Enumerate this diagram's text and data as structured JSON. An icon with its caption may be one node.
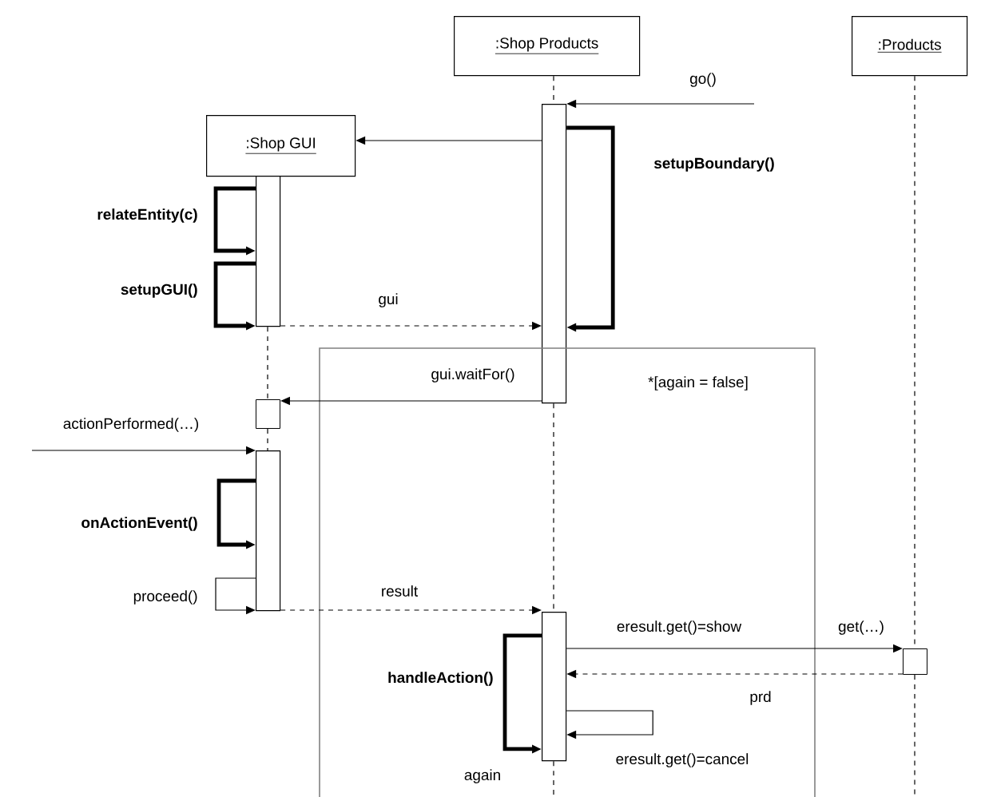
{
  "diagram": {
    "nodes": [
      {
        "text": [
          ":Shop Products"
        ]
      },
      {
        "text": [
          ":Products"
        ]
      },
      {
        "text": [
          ":Shop GUI"
        ]
      },
      {
        "text": [],
        "shape": "bar"
      },
      {
        "text": [],
        "shape": "bar"
      },
      {
        "text": [],
        "shape": "box"
      },
      {
        "text": [],
        "shape": "bar"
      },
      {
        "text": [
          "*[again = false]"
        ]
      },
      {
        "text": [],
        "shape": "bar",
        "in": 7
      },
      {
        "text": [],
        "shape": "box"
      }
    ],
    "edges": [
      {
        "from": null,
        "to": 3,
        "arrow": "to",
        "label": "go()"
      },
      {
        "from": 3,
        "to": 2,
        "arrow": "to"
      },
      {
        "from": 4,
        "to": 4,
        "arrow": "to",
        "label": "relateEntity(c)",
        "style": "thick"
      },
      {
        "from": 4,
        "to": 4,
        "arrow": "to",
        "label": "setupGUI()",
        "style": "thick"
      },
      {
        "from": 4,
        "to": 3,
        "arrow": "to",
        "label": "gui",
        "style": "dashed"
      },
      {
        "from": 3,
        "to": 3,
        "arrow": "to",
        "label": "setupBoundary()",
        "style": "thick"
      },
      {
        "from": 3,
        "to": 5,
        "arrow": "to",
        "label": "gui.waitFor()"
      },
      {
        "from": null,
        "to": 6,
        "arrow": "to",
        "label": "actionPerformed(…)"
      },
      {
        "from": 6,
        "to": 6,
        "arrow": "to",
        "label": "onActionEvent()",
        "style": "thick"
      },
      {
        "from": 6,
        "to": 6,
        "arrow": "to",
        "label": "proceed()"
      },
      {
        "from": 6,
        "to": 8,
        "arrow": "to",
        "label": "result",
        "style": "dashed"
      },
      {
        "from": 8,
        "to": 8,
        "arrow": "to",
        "label": "handleAction()",
        "style": "thick"
      },
      {
        "from": 8,
        "to": 9,
        "arrow": "to",
        "label": "get(…)"
      },
      {
        "from": 9,
        "to": 8,
        "arrow": "to",
        "label": "prd",
        "style": "dashed"
      },
      {
        "from": 8,
        "to": 8,
        "arrow": "to"
      },
      {
        "from": 0,
        "to": 3,
        "arrow": "none",
        "style": "dashed"
      },
      {
        "from": 3,
        "to": 8,
        "arrow": "none",
        "style": "dashed"
      },
      {
        "from": 8,
        "to": null,
        "arrow": "none",
        "style": "dashed"
      },
      {
        "from": 1,
        "to": 9,
        "arrow": "none",
        "style": "dashed"
      },
      {
        "from": 9,
        "to": null,
        "arrow": "none",
        "style": "dashed"
      },
      {
        "from": 4,
        "to": 5,
        "arrow": "none",
        "style": "dashed"
      },
      {
        "from": 5,
        "to": 6,
        "arrow": "none",
        "style": "dashed"
      }
    ],
    "labels": [
      "eresult.get()=show",
      "eresult.get()=cancel",
      "again"
    ]
  }
}
